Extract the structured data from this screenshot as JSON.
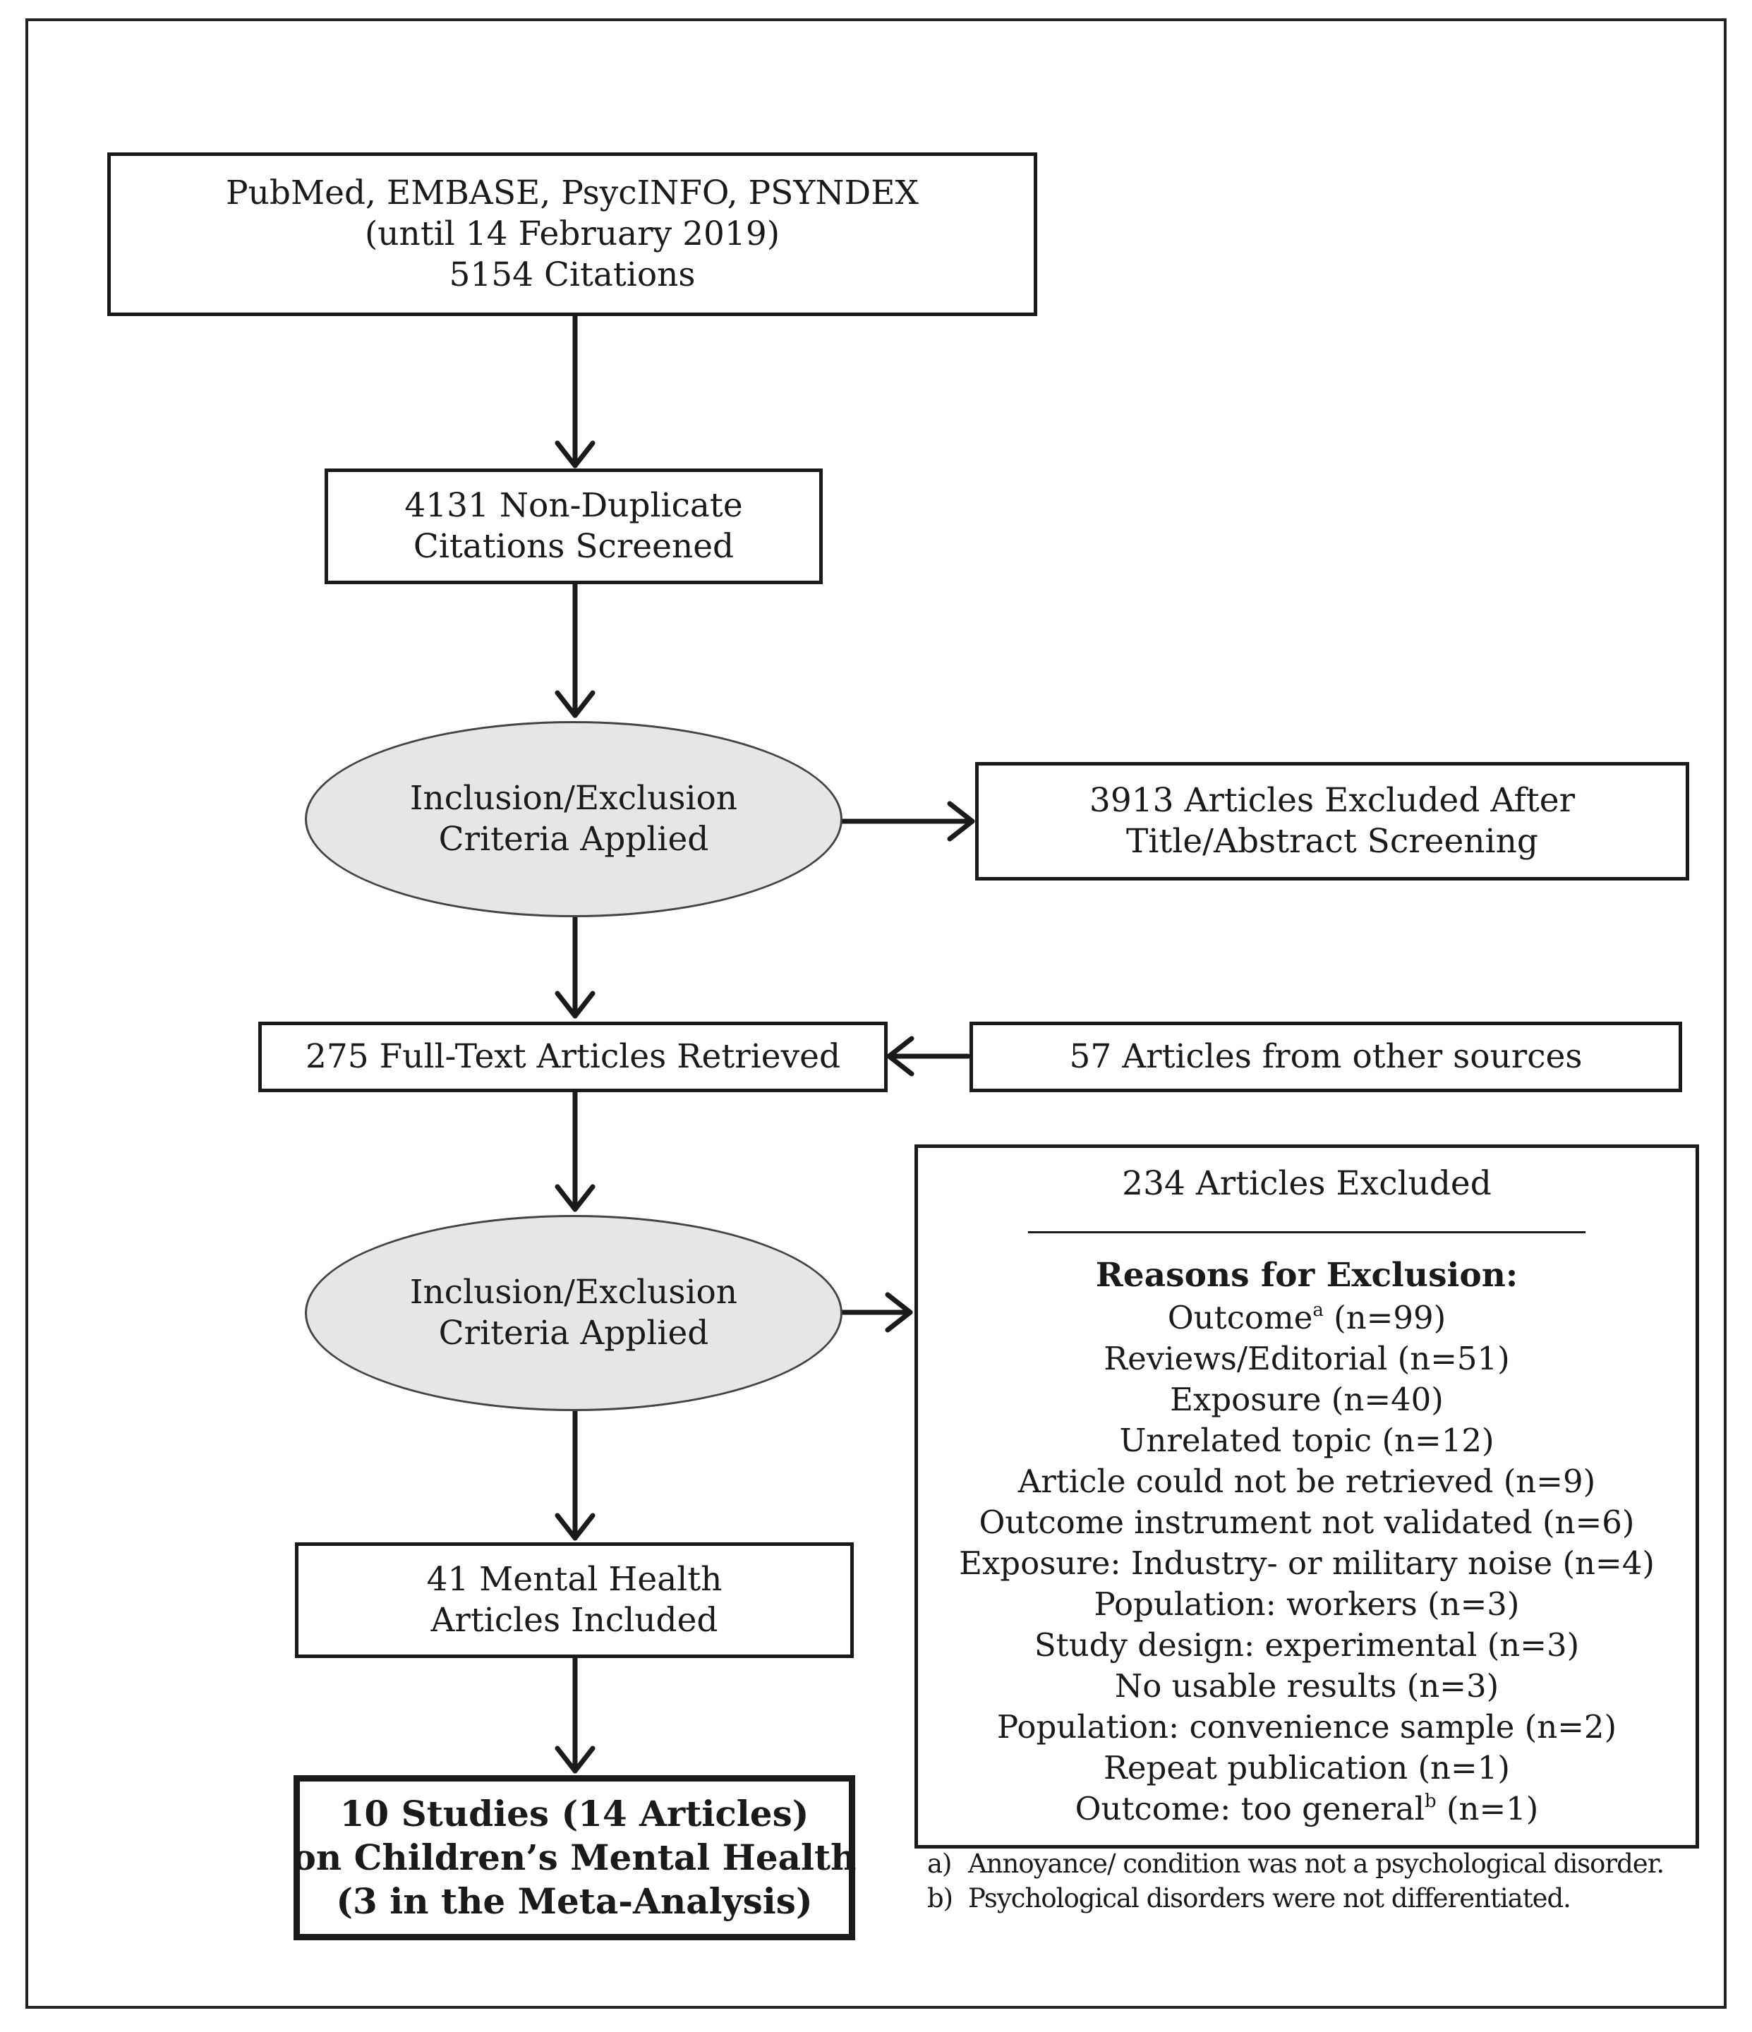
{
  "boxes": {
    "databases": [
      "PubMed, EMBASE, PsycINFO, PSYNDEX",
      "(until 14 February 2019)",
      "5154 Citations"
    ],
    "screened": [
      "4131 Non-Duplicate",
      "Citations Screened"
    ],
    "criteria_1": [
      "Inclusion/Exclusion",
      "Criteria Applied"
    ],
    "excluded_title_abstract": [
      "3913 Articles Excluded After",
      "Title/Abstract Screening"
    ],
    "fulltext_retrieved": "275 Full-Text Articles Retrieved",
    "other_sources": "57 Articles from other sources",
    "criteria_2": [
      "Inclusion/Exclusion",
      "Criteria Applied"
    ],
    "mental_health_included": [
      "41 Mental Health",
      "Articles Included"
    ],
    "final_studies": [
      "10 Studies (14 Articles)",
      "on Children’s Mental Health",
      "(3 in the Meta-Analysis)"
    ]
  },
  "exclusions": {
    "title": "234 Articles Excluded",
    "reasons_heading": "Reasons for Exclusion:",
    "reasons": [
      {
        "label": "Outcome",
        "sup": "a",
        "count": "(n=99)"
      },
      {
        "label": "Reviews/Editorial",
        "count": "(n=51)"
      },
      {
        "label": "Exposure",
        "count": "(n=40)"
      },
      {
        "label": "Unrelated topic",
        "count": "(n=12)"
      },
      {
        "label": "Article could not be retrieved",
        "count": "(n=9)"
      },
      {
        "label": "Outcome instrument not validated",
        "count": "(n=6)"
      },
      {
        "label": "Exposure: Industry- or military noise",
        "count": "(n=4)"
      },
      {
        "label": "Population: workers",
        "count": "(n=3)"
      },
      {
        "label": "Study design: experimental",
        "count": "(n=3)"
      },
      {
        "label": "No usable results",
        "count": "(n=3)"
      },
      {
        "label": "Population: convenience sample",
        "count": "(n=2)"
      },
      {
        "label": "Repeat publication",
        "count": "(n=1)"
      },
      {
        "label": "Outcome: too general",
        "sup": "b",
        "count": "(n=1)"
      }
    ]
  },
  "footnotes": [
    {
      "mark": "a)",
      "text": "Annoyance/ condition was not a psychological disorder."
    },
    {
      "mark": "b)",
      "text": "Psychological disorders were not differentiated."
    }
  ]
}
